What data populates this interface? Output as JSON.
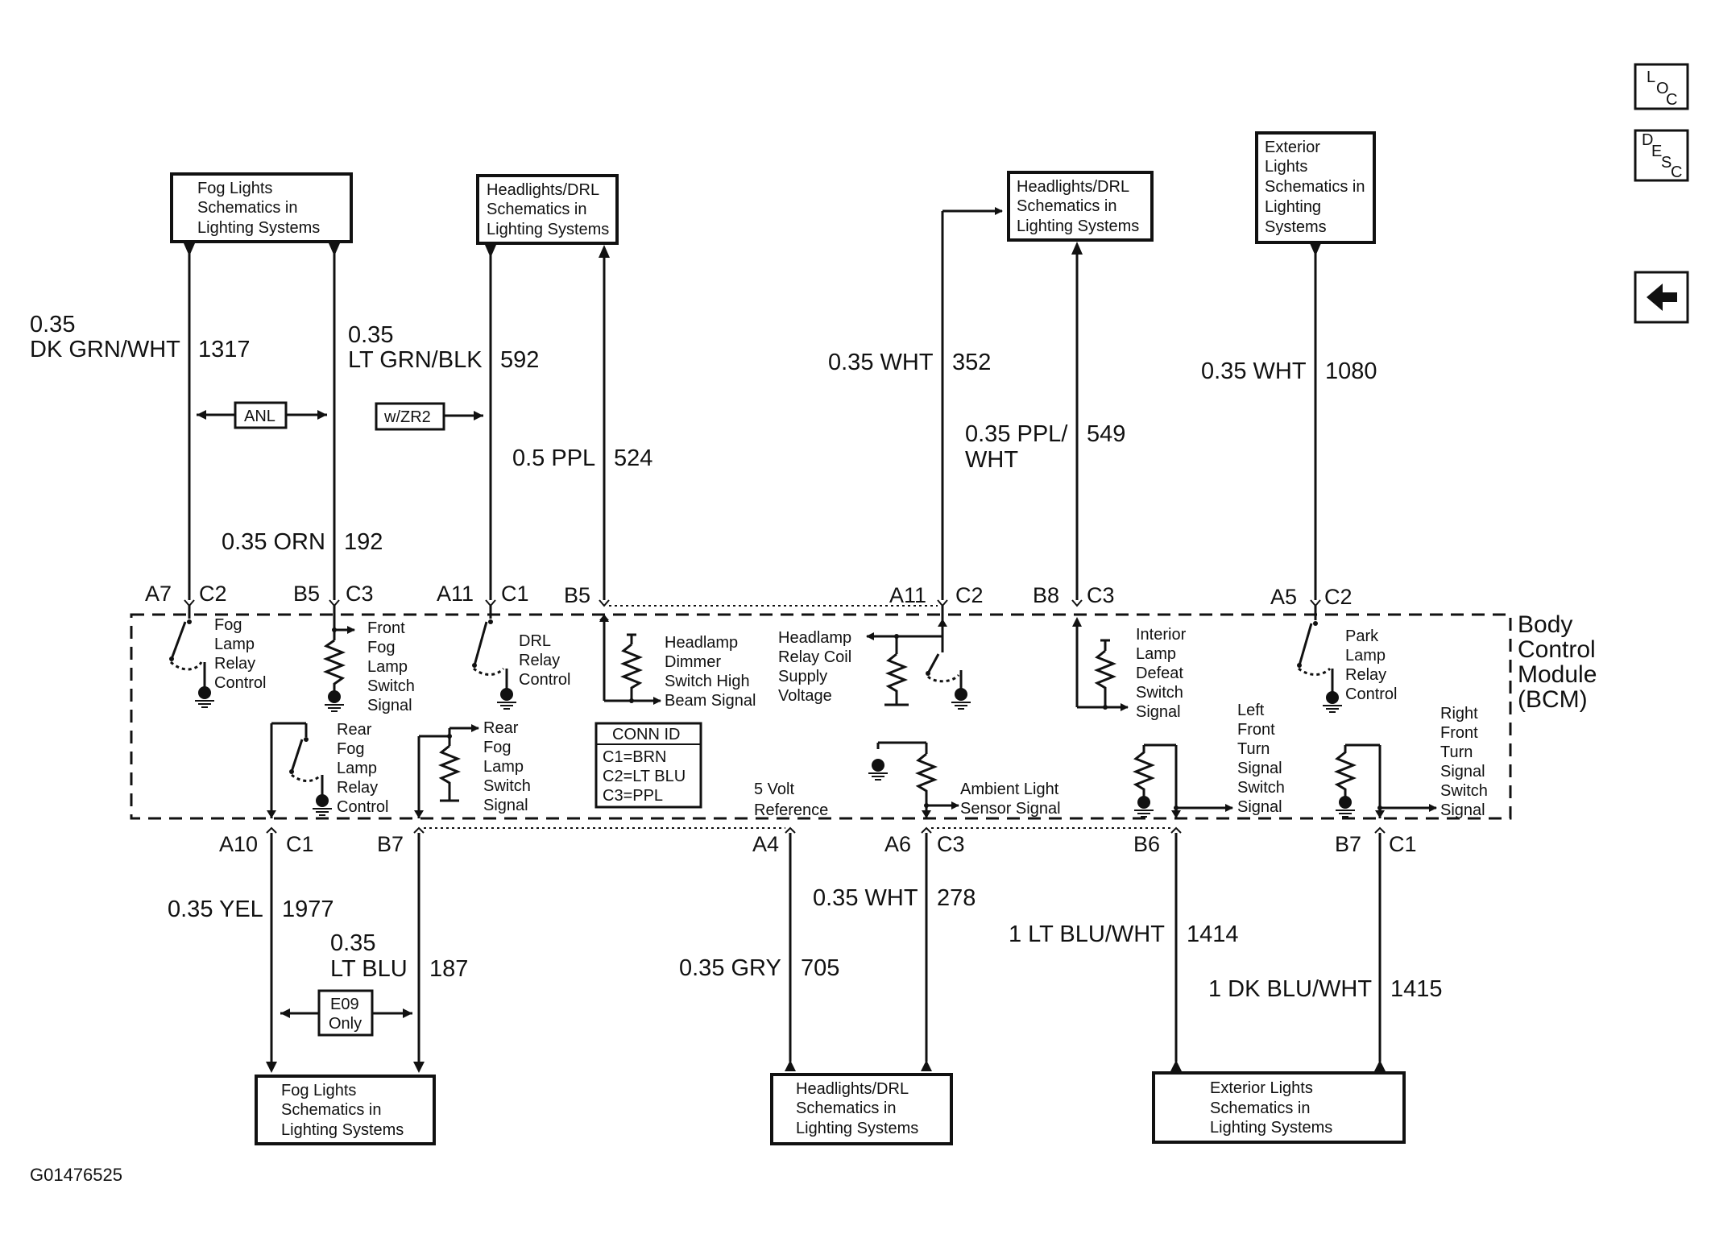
{
  "figure_id": "G01476525",
  "nav": {
    "loc": [
      "L",
      "O",
      "C"
    ],
    "desc": [
      "D",
      "E",
      "S",
      "C"
    ],
    "back_icon": "back-arrow-icon"
  },
  "module": [
    "Body",
    "Control",
    "Module",
    "(BCM)"
  ],
  "top_boxes": {
    "fog": [
      "Fog Lights",
      "Schematics in",
      "Lighting Systems"
    ],
    "hdrl1": [
      "Headlights/DRL",
      "Schematics in",
      "Lighting Systems"
    ],
    "hdrl2": [
      "Headlights/DRL",
      "Schematics in",
      "Lighting Systems"
    ],
    "ext": [
      "Exterior",
      "Lights",
      "Schematics in",
      "Lighting",
      "Systems"
    ]
  },
  "bottom_boxes": {
    "fog": [
      "Fog Lights",
      "Schematics in",
      "Lighting Systems"
    ],
    "hdrl": [
      "Headlights/DRL",
      "Schematics in",
      "Lighting Systems"
    ],
    "ext": [
      "Exterior Lights",
      "Schematics in",
      "Lighting Systems"
    ]
  },
  "options": {
    "anl": "ANL",
    "zr2": "w/ZR2",
    "e09": [
      "E09",
      "Only"
    ]
  },
  "wires_top": {
    "w1317": {
      "gauge": [
        "0.35",
        "DK GRN/WHT"
      ],
      "circuit": "1317"
    },
    "w592": {
      "gauge": [
        "0.35",
        "LT GRN/BLK"
      ],
      "circuit": "592"
    },
    "w192": {
      "gauge": "0.35 ORN",
      "circuit": "192"
    },
    "w524": {
      "gauge": "0.5 PPL",
      "circuit": "524"
    },
    "w352": {
      "gauge": "0.35 WHT",
      "circuit": "352"
    },
    "w549": {
      "gauge": [
        "0.35 PPL/",
        "WHT"
      ],
      "circuit": "549"
    },
    "w1080": {
      "gauge": "0.35 WHT",
      "circuit": "1080"
    }
  },
  "wires_bottom": {
    "w1977": {
      "gauge": "0.35 YEL",
      "circuit": "1977"
    },
    "w187": {
      "gauge": [
        "0.35",
        "LT BLU"
      ],
      "circuit": "187"
    },
    "w705": {
      "gauge": "0.35 GRY",
      "circuit": "705"
    },
    "w278": {
      "gauge": "0.35 WHT",
      "circuit": "278"
    },
    "w1414": {
      "gauge": "1 LT BLU/WHT",
      "circuit": "1414"
    },
    "w1415": {
      "gauge": "1 DK BLU/WHT",
      "circuit": "1415"
    }
  },
  "pins_top": {
    "p1": [
      "A7",
      "C2"
    ],
    "p2": [
      "B5",
      "C3"
    ],
    "p3": [
      "A11",
      "C1"
    ],
    "p4": [
      "B5"
    ],
    "p5": [
      "A11",
      "C2"
    ],
    "p6": [
      "B8",
      "C3"
    ],
    "p7": [
      "A5",
      "C2"
    ]
  },
  "pins_bottom": {
    "p1": [
      "A10",
      "C1"
    ],
    "p2": [
      "B7"
    ],
    "p3": [
      "A4"
    ],
    "p4": [
      "A6",
      "C3"
    ],
    "p5": [
      "B6"
    ],
    "p6": [
      "B7",
      "C1"
    ]
  },
  "functions": {
    "fog_relay": [
      "Fog",
      "Lamp",
      "Relay",
      "Control"
    ],
    "front_fog_switch": [
      "Front",
      "Fog",
      "Lamp",
      "Switch",
      "Signal"
    ],
    "drl_relay": [
      "DRL",
      "Relay",
      "Control"
    ],
    "dimmer": [
      "Headlamp",
      "Dimmer",
      "Switch High",
      "Beam Signal"
    ],
    "coil_supply": [
      "Headlamp",
      "Relay Coil",
      "Supply",
      "Voltage"
    ],
    "interior_defeat": [
      "Interior",
      "Lamp",
      "Defeat",
      "Switch",
      "Signal"
    ],
    "park_relay": [
      "Park",
      "Lamp",
      "Relay",
      "Control"
    ],
    "rear_fog_relay": [
      "Rear",
      "Fog",
      "Lamp",
      "Relay",
      "Control"
    ],
    "rear_fog_switch": [
      "Rear",
      "Fog",
      "Lamp",
      "Switch",
      "Signal"
    ],
    "five_volt": [
      "5 Volt",
      "Reference"
    ],
    "ambient": [
      "Ambient Light",
      "Sensor Signal"
    ],
    "left_turn": [
      "Left",
      "Front",
      "Turn",
      "Signal",
      "Switch",
      "Signal"
    ],
    "right_turn": [
      "Right",
      "Front",
      "Turn",
      "Signal",
      "Switch",
      "Signal"
    ]
  },
  "conn_id": [
    "CONN ID",
    "C1=BRN",
    "C2=LT BLU",
    "C3=PPL"
  ]
}
